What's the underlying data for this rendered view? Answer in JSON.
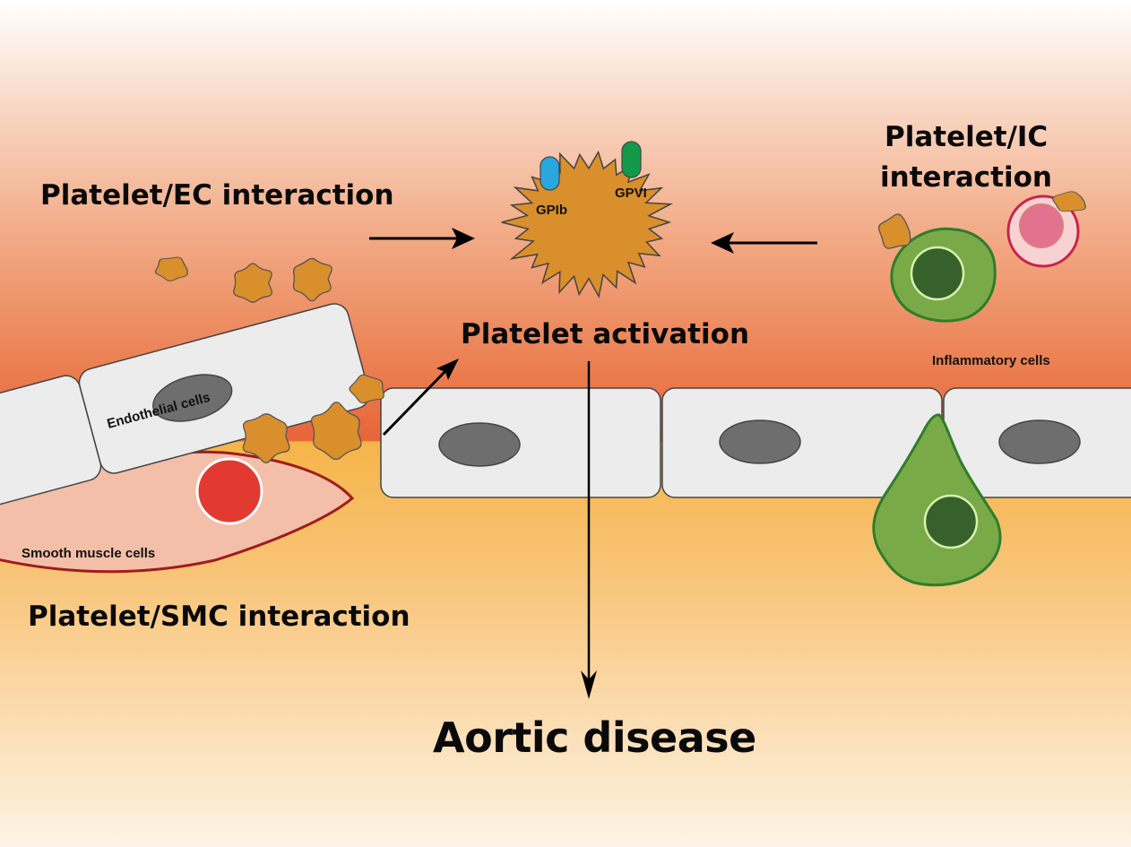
{
  "colors": {
    "bg_top": "#ffffff",
    "bg_upper": "#f5c4a8",
    "bg_lumen": "#e8643a",
    "bg_media": "#f6b54a",
    "bg_bottom": "#fdf1de",
    "platelet_fill": "#d98f2b",
    "gpib": "#2aa6df",
    "gpvi": "#12994a",
    "endothelial_fill": "#ececec",
    "nucleus_gray": "#6e6e6e",
    "smc_fill": "#f3bfa8",
    "smc_border": "#a01c1c",
    "smc_nucleus": "#e23a30",
    "ic_green": "#7aaa48",
    "ic_green_border": "#2e7d2a",
    "ic_nucleus": "#36612a",
    "ic_nucleus_ring": "#d9f0b0",
    "ic_pink_border": "#c8234a",
    "ic_pink_fill": "#f8d2d2",
    "ic_pink_nucleus": "#e3728e"
  },
  "labels": {
    "platelet_ec": "Platelet/EC interaction",
    "platelet_ic_line1": "Platelet/IC",
    "platelet_ic_line2": "interaction",
    "platelet_smc": "Platelet/SMC interaction",
    "platelet_activation": "Platelet activation",
    "aortic_disease": "Aortic disease",
    "endothelial_cells": "Endothelial cells",
    "smooth_muscle_cells": "Smooth muscle cells",
    "inflammatory_cells": "Inflammatory cells",
    "gpib": "GPIb",
    "gpvi": "GPVI"
  }
}
